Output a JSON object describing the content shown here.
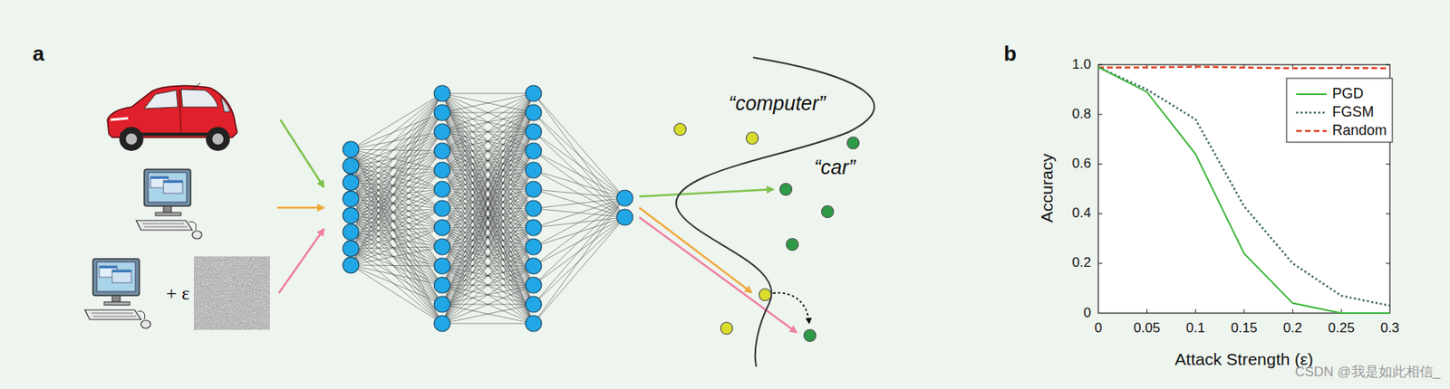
{
  "diagram": {
    "labels": [
      "a",
      "b",
      "“computer”",
      "“car”",
      "+ ε",
      "1.0",
      "0.8",
      "0.6",
      "0.4",
      "0.2",
      "0",
      "0",
      "0.05",
      "0.1",
      "0.15",
      "0.2",
      "0.25",
      "0.3",
      "Accuracy",
      "Attack Strength (ε)",
      "CSDN @我是如此相信_"
    ],
    "legend": [
      {
        "text": "PGD"
      },
      {
        "text": "FGSM"
      },
      {
        "text": "Random"
      }
    ]
  }
}
